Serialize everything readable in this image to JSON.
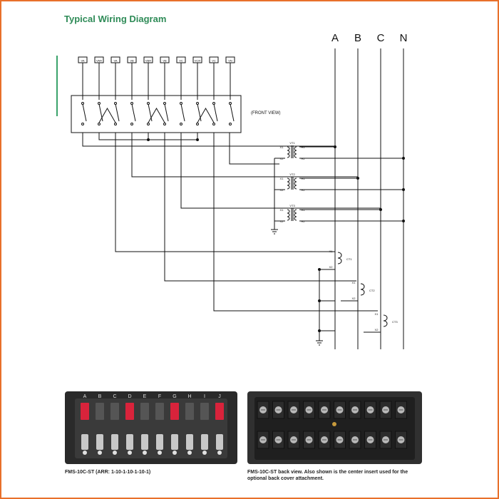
{
  "title": "Typical Wiring Diagram",
  "front_view_label": "(FRONT VIEW)",
  "bus_labels": [
    "A",
    "B",
    "C",
    "N"
  ],
  "terminal_labels": [
    "VA",
    "VAR",
    "VA",
    "VB",
    "VBR",
    "VB",
    "VC",
    "VCR",
    "VC",
    "VN"
  ],
  "vt_labels": [
    "VT1",
    "VT2",
    "VT3"
  ],
  "vt_side_labels": {
    "primary_top": "X1",
    "primary_bottom": "X2",
    "secondary_top": "H1",
    "secondary_bottom": "H2"
  },
  "ct_labels": [
    "CT1",
    "CT2",
    "CT3"
  ],
  "ct_side_labels": {
    "top": "X1",
    "bottom": "X2"
  },
  "photo_front": {
    "letters": [
      "A",
      "B",
      "C",
      "D",
      "E",
      "F",
      "G",
      "H",
      "I",
      "J"
    ]
  },
  "captions": {
    "front": "FMS-10C-ST (ARR: 1-10-1-10-1-10-1)",
    "back": "FMS-10C-ST back view.  Also shown is the center insert used for the optional back cover attachment."
  },
  "colors": {
    "title": "#2e8b57",
    "frame": "#e8702a",
    "switch_red": "#d9233b"
  }
}
